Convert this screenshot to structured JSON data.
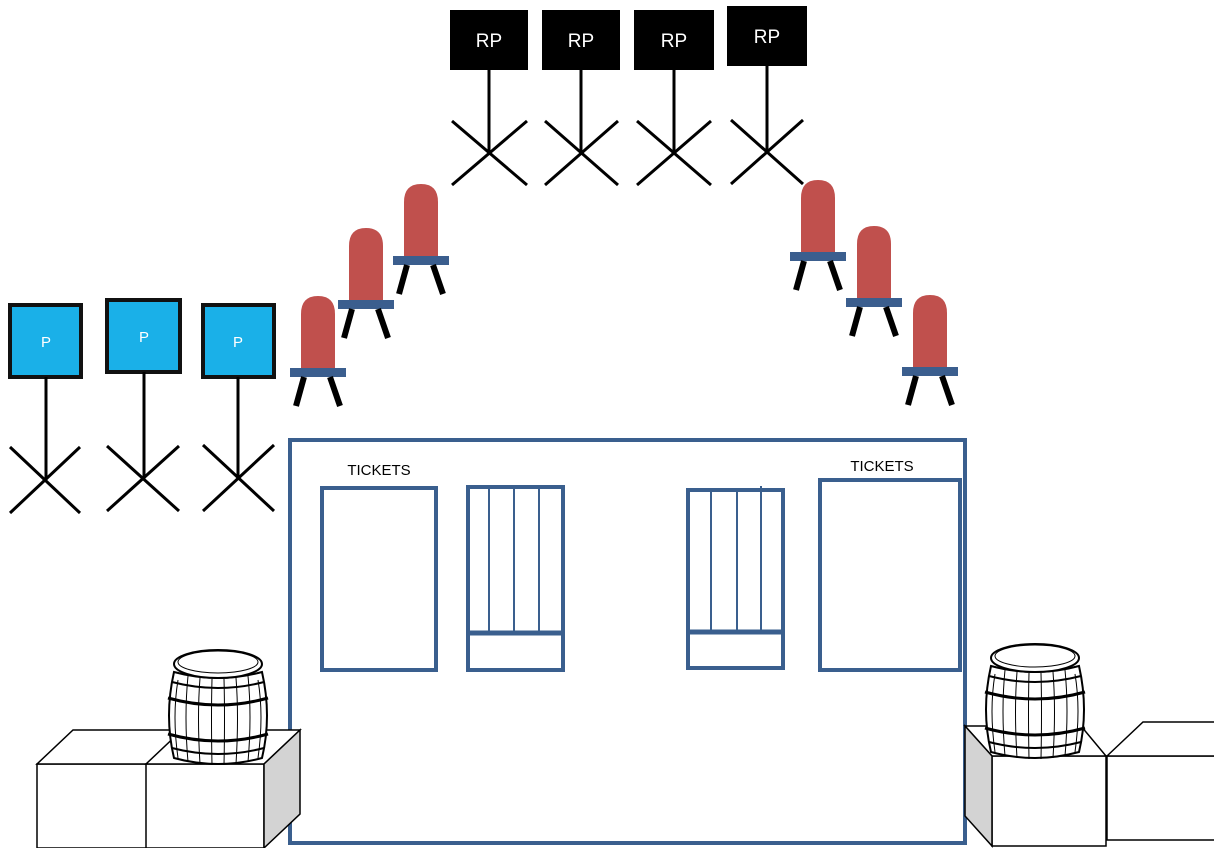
{
  "colors": {
    "rp_sign": "#000000",
    "p_sign": "#1ab0e8",
    "chair_back": "#c0504d",
    "chair_seat": "#3b5e8e",
    "booth_line": "#3a5f8e",
    "box_side": "#d3d3d3"
  },
  "rp_signs": [
    {
      "label": "RP"
    },
    {
      "label": "RP"
    },
    {
      "label": "RP"
    },
    {
      "label": "RP"
    }
  ],
  "p_signs": [
    {
      "label": "P"
    },
    {
      "label": "P"
    },
    {
      "label": "P"
    }
  ],
  "booth": {
    "tickets_left": "TICKETS",
    "tickets_right": "TICKETS"
  },
  "icons": {
    "chair": "chair-icon",
    "barrel": "barrel-icon",
    "crate": "crate-icon",
    "sign_stand": "sign-stand-icon"
  }
}
